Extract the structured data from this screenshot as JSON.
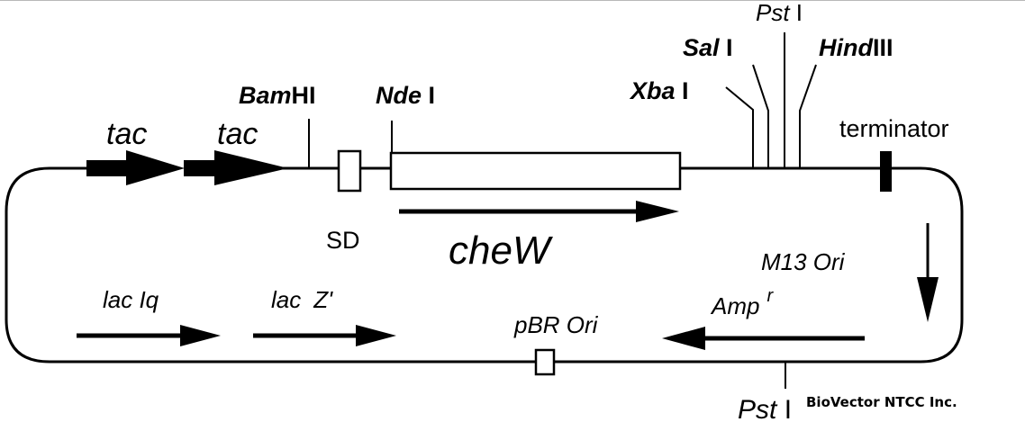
{
  "diagram": {
    "type": "plasmid-map",
    "colors": {
      "ink": "#000000",
      "background": "#ffffff"
    },
    "promoters": [
      {
        "label": "tac"
      },
      {
        "label": "tac"
      }
    ],
    "sites_top": {
      "bamhi": {
        "italic": "Bam",
        "roman": "HI"
      },
      "ndei": {
        "italic": "Nde",
        "roman": " I"
      },
      "xbai": {
        "italic": "Xba",
        "roman": " I"
      },
      "sali": {
        "italic": "Sal",
        "roman": " I"
      },
      "psti": {
        "italic": "Pst",
        "roman": " I"
      },
      "hindiii": {
        "italic": "Hind",
        "roman": "III"
      }
    },
    "sd_label": "SD",
    "gene_label": "cheW",
    "terminator_label": "terminator",
    "m13_label": "M13 Ori",
    "amp": {
      "label": "Amp",
      "superscript": "r"
    },
    "laciq_label": "lac Iq",
    "lacz": {
      "label": "lac",
      "suffix": "Z'"
    },
    "pbr_label": "pBR Ori",
    "site_bottom": {
      "italic": "Pst",
      "roman": " I"
    },
    "watermark": "BioVector NTCC Inc."
  }
}
